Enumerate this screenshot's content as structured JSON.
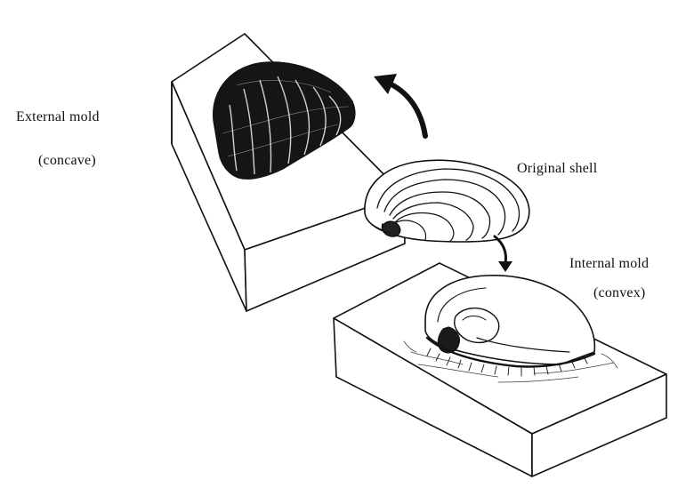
{
  "labels": {
    "external_mold": "External mold",
    "external_mold_type": "(concave)",
    "original_shell": "Original shell",
    "internal_mold": "Internal mold",
    "internal_mold_type": "(convex)"
  },
  "colors": {
    "ink": "#111111",
    "paper": "#ffffff"
  }
}
